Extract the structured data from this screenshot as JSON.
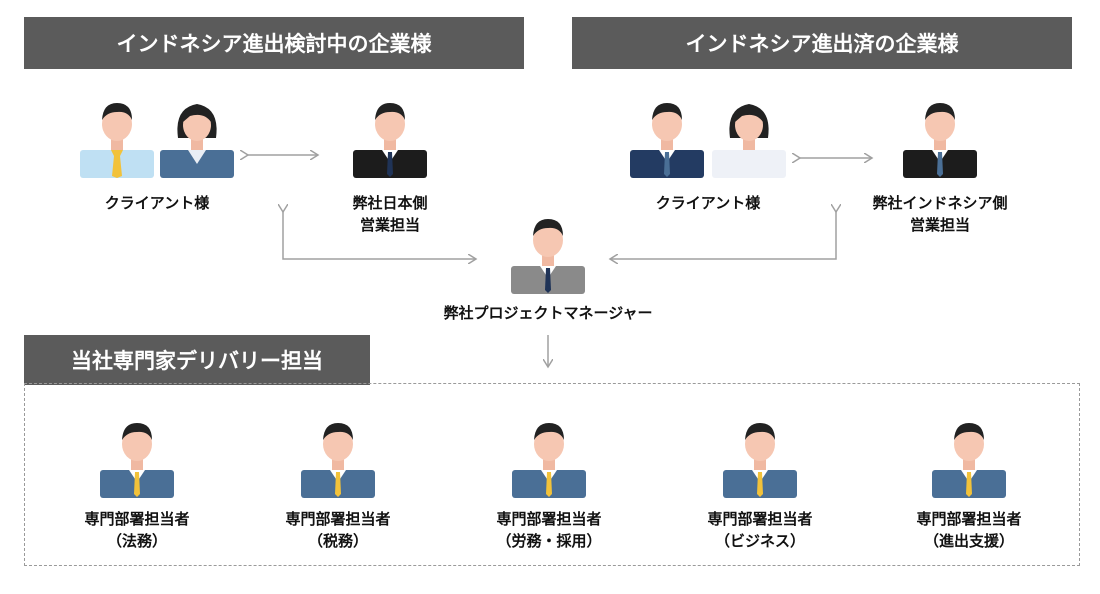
{
  "left_panel": {
    "header": "インドネシア進出検討中の企業様",
    "client_label": "クライアント様",
    "sales_label": [
      "弊社日本側",
      "営業担当"
    ]
  },
  "right_panel": {
    "header": "インドネシア進出済の企業様",
    "client_label": "クライアント様",
    "sales_label": [
      "弊社インドネシア側",
      "営業担当"
    ]
  },
  "project_manager": {
    "label": "弊社プロジェクトマネージャー"
  },
  "experts": {
    "header": "当社専門家デリバリー担当",
    "items": [
      {
        "title": "専門部署担当者",
        "field": "（法務）"
      },
      {
        "title": "専門部署担当者",
        "field": "（税務）"
      },
      {
        "title": "専門部署担当者",
        "field": "（労務・採用）"
      },
      {
        "title": "専門部署担当者",
        "field": "（ビジネス）"
      },
      {
        "title": "専門部署担当者",
        "field": "（進出支援）"
      }
    ]
  },
  "colors": {
    "header_bg": "#5b5b5b",
    "skin": "#f6c7b2",
    "hair": "#222222",
    "suit_blue": "#4a6f96",
    "suit_navy": "#233b62",
    "suit_black": "#1c1c1c",
    "suit_gray": "#8a8a8a",
    "shirt_lightblue": "#bfe0f3",
    "tie_yellow": "#f2c23a",
    "tie_navy": "#1f3357",
    "arrow": "#a0a0a0"
  }
}
